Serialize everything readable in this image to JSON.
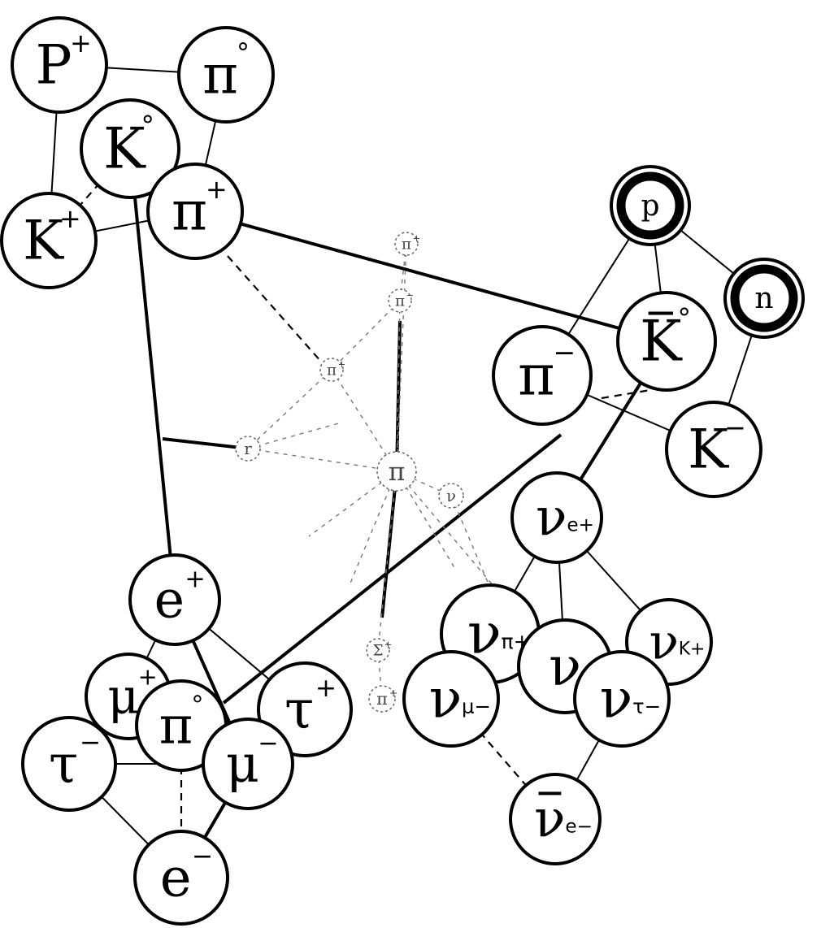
{
  "nodes": [
    {
      "id": "p_plus",
      "base": "P",
      "sup": "+",
      "kind": "normal"
    },
    {
      "id": "pi0_top",
      "base": "π",
      "sup": "°",
      "kind": "normal"
    },
    {
      "id": "k0",
      "base": "K",
      "sup": "°",
      "kind": "normal"
    },
    {
      "id": "k_plus",
      "base": "K",
      "sup": "+",
      "kind": "normal"
    },
    {
      "id": "pi_plus",
      "base": "π",
      "sup": "+",
      "kind": "normal"
    },
    {
      "id": "p_bar",
      "base": "p",
      "sup": "",
      "kind": "heavy"
    },
    {
      "id": "n_bar",
      "base": "n",
      "sup": "",
      "kind": "heavy"
    },
    {
      "id": "k0_bar",
      "base": "K",
      "sup": "°",
      "kind": "normal",
      "bar": true
    },
    {
      "id": "pi_minus",
      "base": "π",
      "sup": "−",
      "kind": "normal"
    },
    {
      "id": "k_minus",
      "base": "K",
      "sup": "−",
      "kind": "normal"
    },
    {
      "id": "nu_e_plus",
      "base": "ν",
      "sup": "e+",
      "kind": "normal"
    },
    {
      "id": "nu_pi_plus",
      "base": "ν",
      "sup": "π+",
      "kind": "normal"
    },
    {
      "id": "nu_center",
      "base": "ν",
      "sup": "",
      "kind": "normal"
    },
    {
      "id": "nu_k_plus",
      "base": "ν",
      "sup": "K+",
      "kind": "normal"
    },
    {
      "id": "nu_left",
      "base": "ν",
      "sup": "μ−",
      "kind": "normal"
    },
    {
      "id": "nu_right",
      "base": "ν",
      "sup": "τ−",
      "kind": "normal"
    },
    {
      "id": "nu_e_bar",
      "base": "ν",
      "sup": "e−",
      "kind": "normal",
      "bar": true
    },
    {
      "id": "e_plus",
      "base": "e",
      "sup": "+",
      "kind": "normal"
    },
    {
      "id": "mu_plus",
      "base": "μ",
      "sup": "+",
      "kind": "normal"
    },
    {
      "id": "pi0_bottom",
      "base": "π",
      "sup": "°",
      "kind": "normal"
    },
    {
      "id": "tau_plus",
      "base": "τ",
      "sup": "+",
      "kind": "normal"
    },
    {
      "id": "tau_minus",
      "base": "τ",
      "sup": "−",
      "kind": "normal"
    },
    {
      "id": "mu_minus",
      "base": "μ",
      "sup": "−",
      "kind": "normal"
    },
    {
      "id": "e_minus",
      "base": "e",
      "sup": "−",
      "kind": "normal"
    }
  ],
  "faint_nodes": [
    {
      "id": "f_top",
      "base": "π",
      "sup": "+"
    },
    {
      "id": "f_mid_upper",
      "base": "π",
      "sup": "−"
    },
    {
      "id": "f_left_mid",
      "base": "π",
      "sup": "+"
    },
    {
      "id": "f_left",
      "base": "r",
      "sup": ""
    },
    {
      "id": "f_center",
      "base": "π",
      "sup": ""
    },
    {
      "id": "f_right",
      "base": "ν",
      "sup": ""
    },
    {
      "id": "f_bottom_a",
      "base": "Σ",
      "sup": "+"
    },
    {
      "id": "f_bottom_b",
      "base": "π",
      "sup": "+"
    }
  ]
}
